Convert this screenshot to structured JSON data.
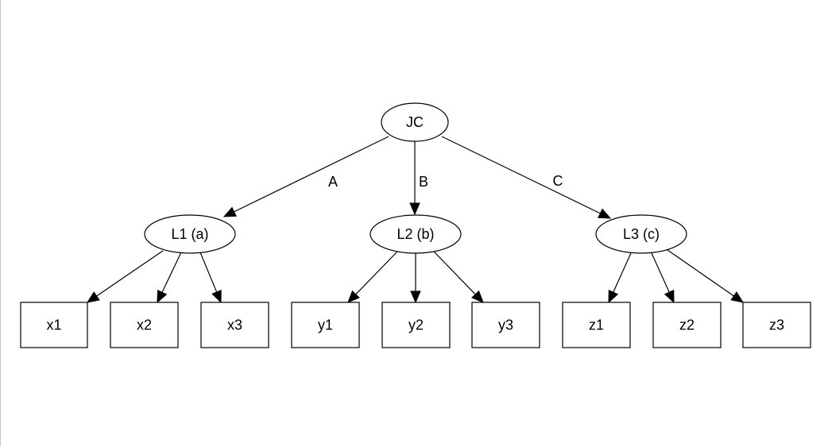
{
  "diagram": {
    "nodes": {
      "JC": {
        "label": "JC",
        "shape": "ellipse"
      },
      "L1": {
        "label": "L1 (a)",
        "shape": "ellipse"
      },
      "L2": {
        "label": "L2 (b)",
        "shape": "ellipse"
      },
      "L3": {
        "label": "L3 (c)",
        "shape": "ellipse"
      },
      "x1": {
        "label": "x1",
        "shape": "box"
      },
      "x2": {
        "label": "x2",
        "shape": "box"
      },
      "x3": {
        "label": "x3",
        "shape": "box"
      },
      "y1": {
        "label": "y1",
        "shape": "box"
      },
      "y2": {
        "label": "y2",
        "shape": "box"
      },
      "y3": {
        "label": "y3",
        "shape": "box"
      },
      "z1": {
        "label": "z1",
        "shape": "box"
      },
      "z2": {
        "label": "z2",
        "shape": "box"
      },
      "z3": {
        "label": "z3",
        "shape": "box"
      }
    },
    "edges": [
      {
        "from": "JC",
        "to": "L1",
        "label": "A"
      },
      {
        "from": "JC",
        "to": "L2",
        "label": "B"
      },
      {
        "from": "JC",
        "to": "L3",
        "label": "C"
      },
      {
        "from": "L1",
        "to": "x1",
        "label": ""
      },
      {
        "from": "L1",
        "to": "x2",
        "label": ""
      },
      {
        "from": "L1",
        "to": "x3",
        "label": ""
      },
      {
        "from": "L2",
        "to": "y1",
        "label": ""
      },
      {
        "from": "L2",
        "to": "y2",
        "label": ""
      },
      {
        "from": "L2",
        "to": "y3",
        "label": ""
      },
      {
        "from": "L3",
        "to": "z1",
        "label": ""
      },
      {
        "from": "L3",
        "to": "z2",
        "label": ""
      },
      {
        "from": "L3",
        "to": "z3",
        "label": ""
      }
    ]
  }
}
